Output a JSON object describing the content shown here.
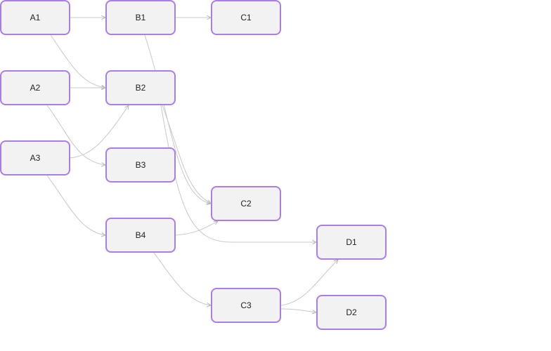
{
  "diagram": {
    "nodes": [
      {
        "id": "A1",
        "label": "A1"
      },
      {
        "id": "A2",
        "label": "A2"
      },
      {
        "id": "A3",
        "label": "A3"
      },
      {
        "id": "B1",
        "label": "B1"
      },
      {
        "id": "B2",
        "label": "B2"
      },
      {
        "id": "B3",
        "label": "B3"
      },
      {
        "id": "B4",
        "label": "B4"
      },
      {
        "id": "C1",
        "label": "C1"
      },
      {
        "id": "C2",
        "label": "C2"
      },
      {
        "id": "C3",
        "label": "C3"
      },
      {
        "id": "D1",
        "label": "D1"
      },
      {
        "id": "D2",
        "label": "D2"
      }
    ],
    "edges": [
      {
        "from": "A1",
        "to": "B1"
      },
      {
        "from": "A1",
        "to": "B2"
      },
      {
        "from": "A2",
        "to": "B2"
      },
      {
        "from": "A2",
        "to": "B3"
      },
      {
        "from": "A3",
        "to": "B2"
      },
      {
        "from": "A3",
        "to": "B4"
      },
      {
        "from": "B1",
        "to": "C1"
      },
      {
        "from": "B1",
        "to": "C2"
      },
      {
        "from": "B2",
        "to": "C2"
      },
      {
        "from": "B2",
        "to": "D1"
      },
      {
        "from": "B4",
        "to": "C2"
      },
      {
        "from": "B4",
        "to": "C3"
      },
      {
        "from": "C3",
        "to": "D1"
      },
      {
        "from": "C3",
        "to": "D2"
      }
    ],
    "colors": {
      "node_fill": "#f2f2f2",
      "node_border": "#a97ee6",
      "edge": "#c8c8c8",
      "text": "#1f1f1f"
    }
  }
}
